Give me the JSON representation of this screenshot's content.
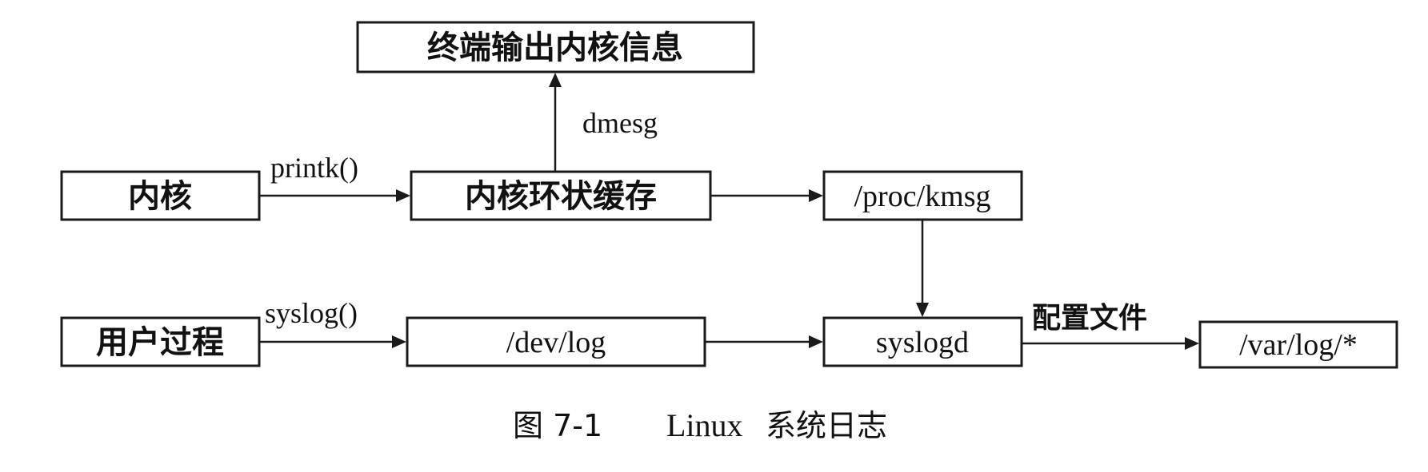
{
  "nodes": {
    "terminal_output": "终端输出内核信息",
    "kernel": "内核",
    "kernel_ring_buffer": "内核环状缓存",
    "proc_kmsg": "/proc/kmsg",
    "user_process": "用户过程",
    "dev_log": "/dev/log",
    "syslogd": "syslogd",
    "var_log": "/var/log/*"
  },
  "edges": {
    "dmesg": "dmesg",
    "printk": "printk()",
    "syslog": "syslog()",
    "config_file": "配置文件"
  },
  "caption": {
    "figure_no": "图 7-1",
    "title_latin": "Linux",
    "title_cjk": "系统日志"
  }
}
